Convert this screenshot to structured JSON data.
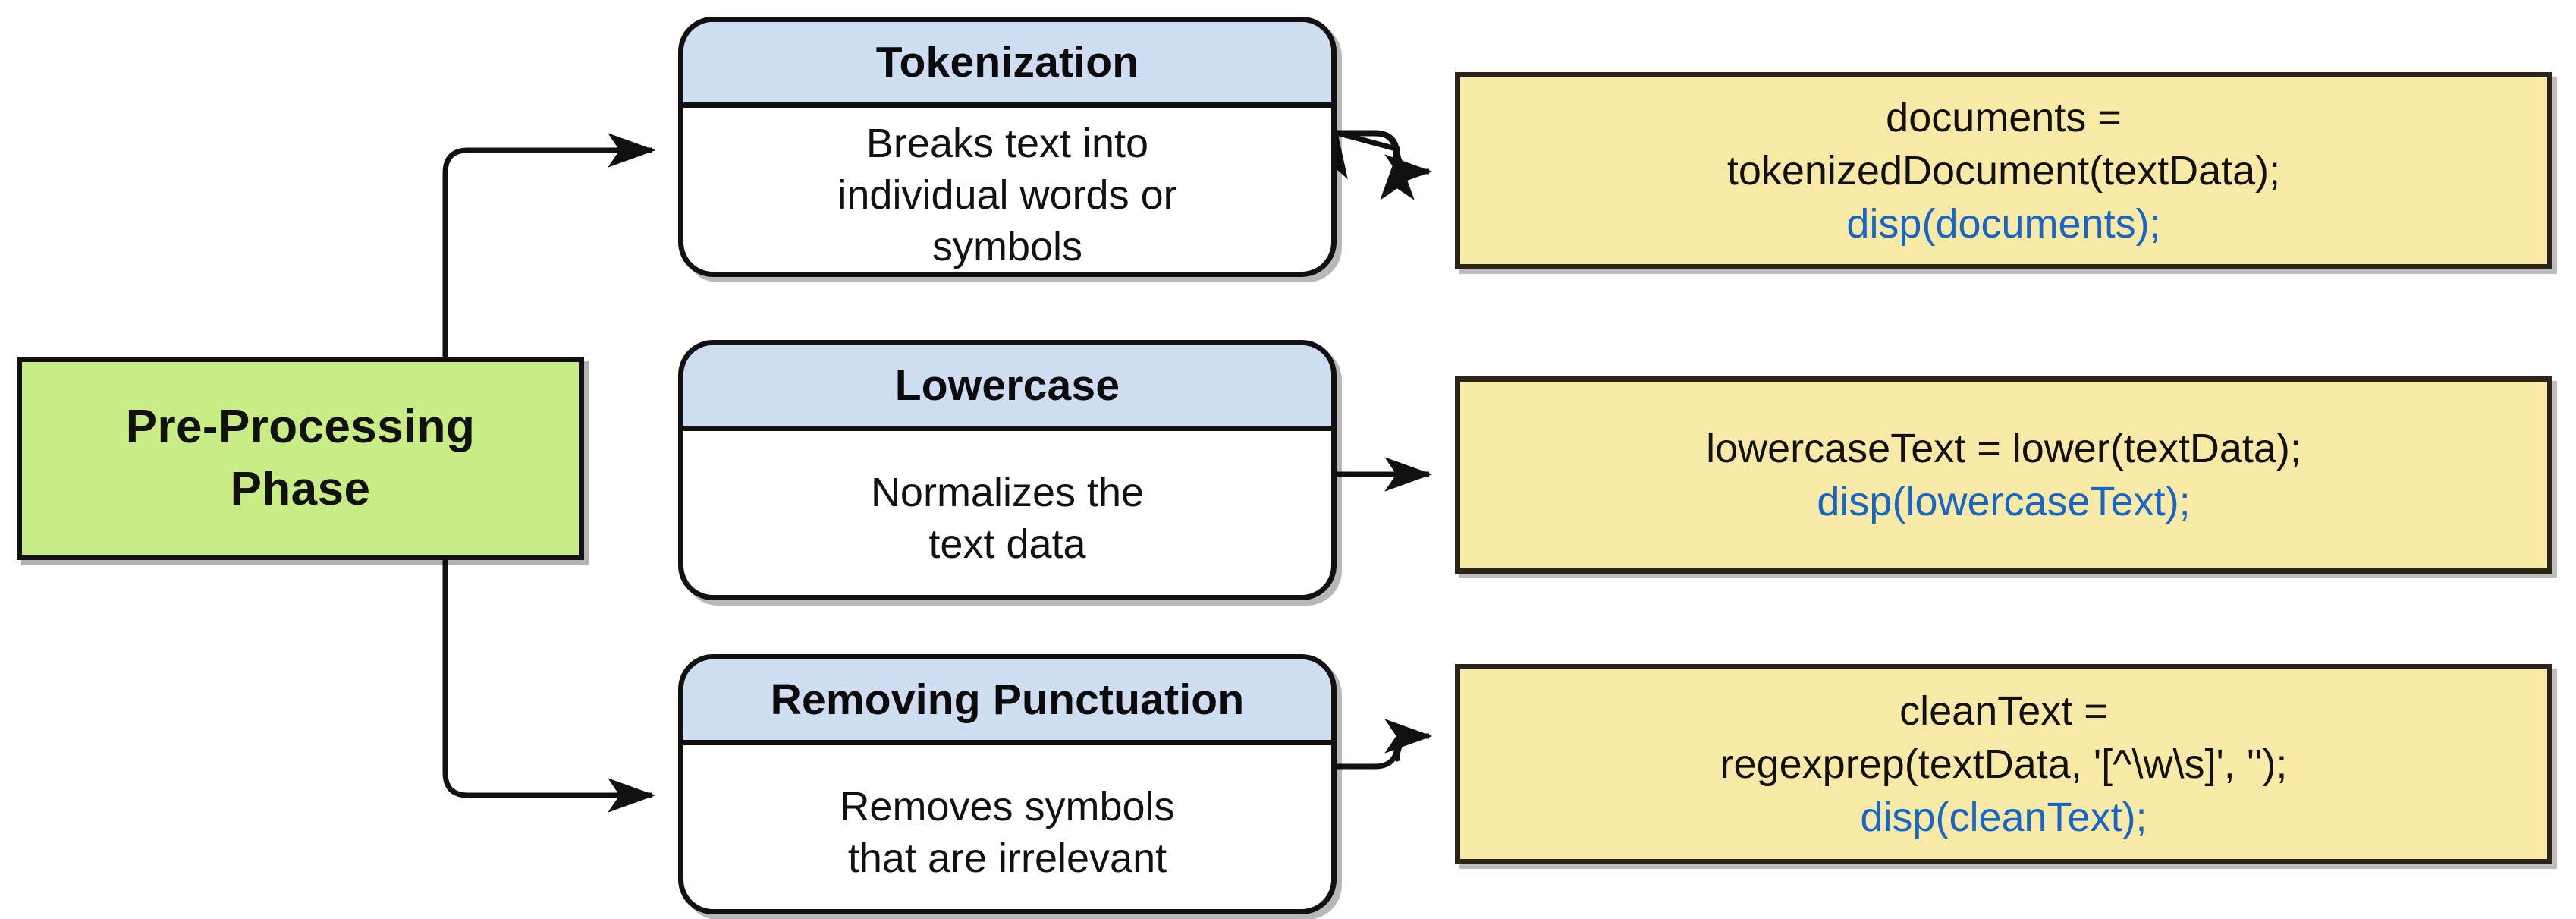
{
  "diagram": {
    "title": "Pre-Processing Phase",
    "type": "flowchart",
    "colors": {
      "phase_fill": "#c9ec84",
      "step_header_fill": "#cfddf2",
      "step_body_fill": "#ffffff",
      "code_fill": "#f8eaa6",
      "border": "#111111",
      "code_border": "#2b2519",
      "code_call_text": "#1666c8",
      "text": "#111111",
      "background": "#ffffff"
    }
  },
  "phase": {
    "label_line1": "Pre-Processing",
    "label_line2": "Phase"
  },
  "steps": [
    {
      "title": "Tokenization",
      "desc_line1": "Breaks text into",
      "desc_line2": "individual words or",
      "desc_line3": "symbols"
    },
    {
      "title": "Lowercase",
      "desc_line1": "Normalizes the",
      "desc_line2": "text data",
      "desc_line3": ""
    },
    {
      "title": "Removing Punctuation",
      "desc_line1": "Removes symbols",
      "desc_line2": "that are irrelevant",
      "desc_line3": ""
    }
  ],
  "code_blocks": [
    {
      "line1": "documents =",
      "line2": "tokenizedDocument(textData);",
      "line3": "disp(documents);"
    },
    {
      "line1": "lowercaseText = lower(textData);",
      "line2": "disp(lowercaseText);",
      "line3": ""
    },
    {
      "line1": "cleanText =",
      "line2": "regexprep(textData, '[^\\w\\s]', '');",
      "line3": "disp(cleanText);"
    }
  ]
}
